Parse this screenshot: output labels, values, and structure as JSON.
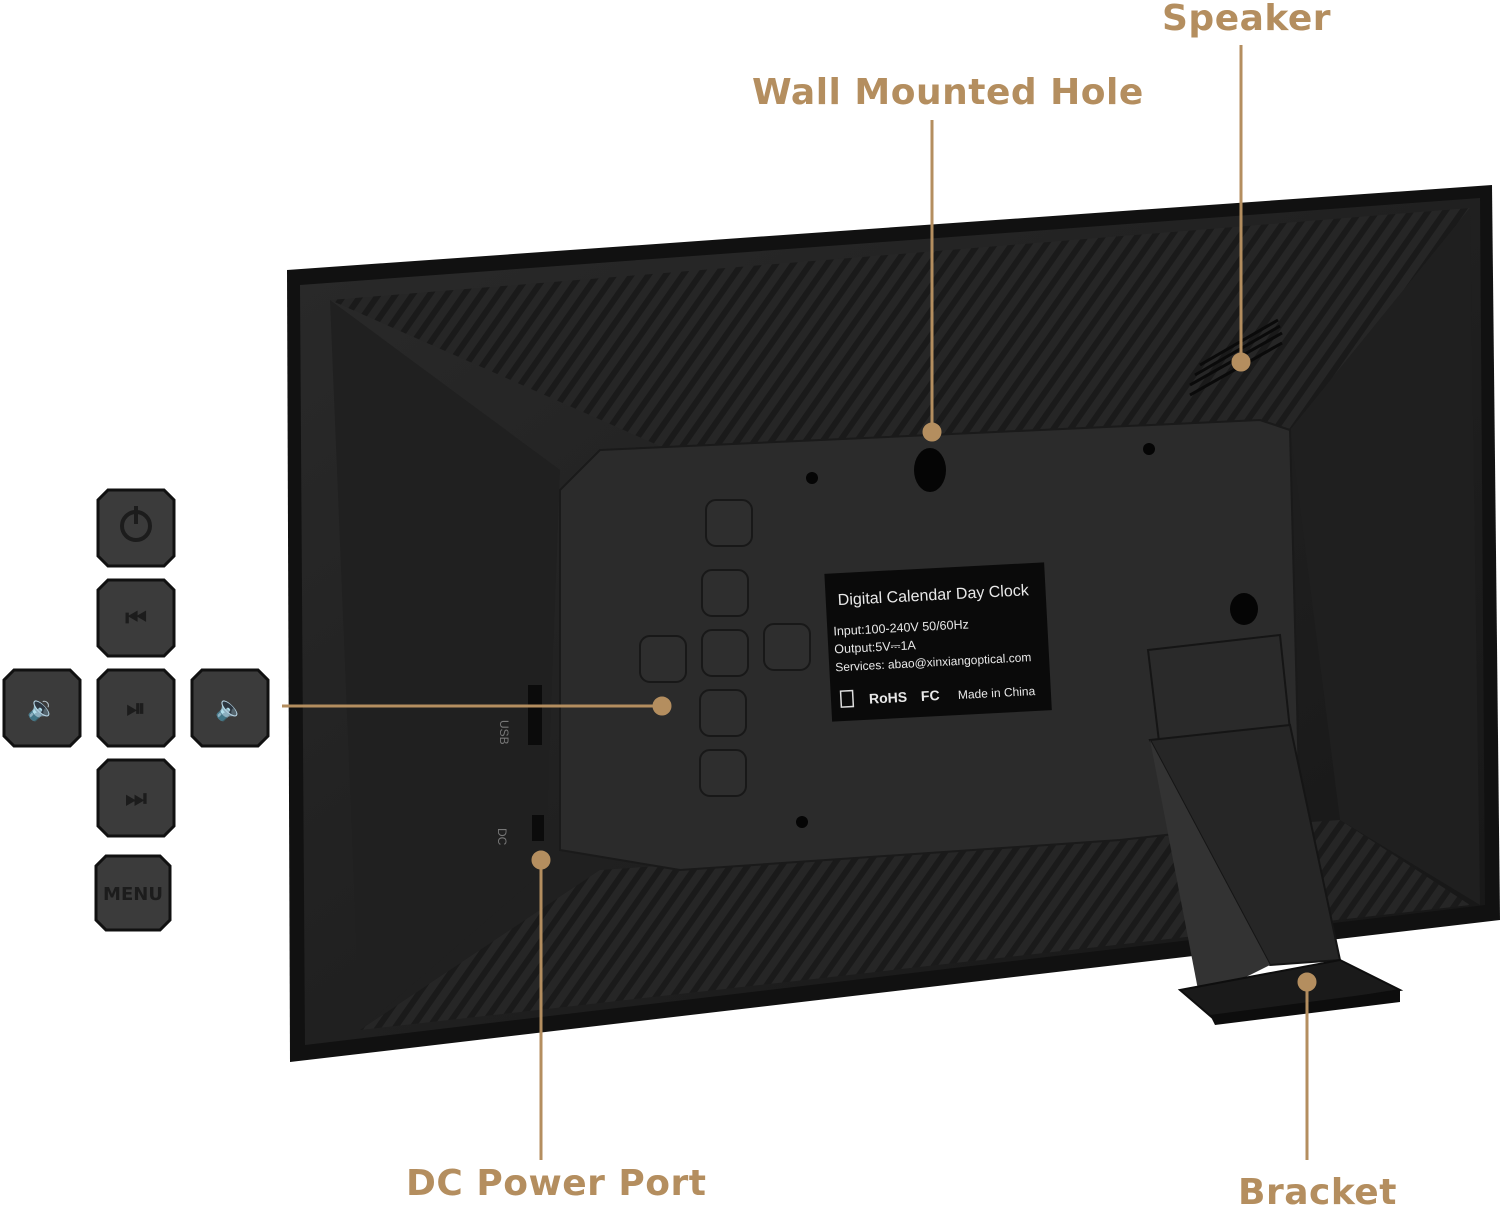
{
  "colors": {
    "accent": "#b48e5f",
    "frame_dark": "#1c1c1c",
    "panel": "#2e2e2e",
    "button": "#3a3a3a"
  },
  "callouts": {
    "speaker": "Speaker",
    "wall_mounted_hole": "Wall Mounted Hole",
    "dc_power_port": "DC Power Port",
    "bracket": "Bracket"
  },
  "buttons": [
    {
      "id": "power",
      "icon": "power-icon"
    },
    {
      "id": "previous",
      "icon": "skip-back-icon"
    },
    {
      "id": "volume-down",
      "icon": "volume-down-icon"
    },
    {
      "id": "play-pause",
      "icon": "play-pause-icon"
    },
    {
      "id": "volume-up",
      "icon": "volume-up-icon"
    },
    {
      "id": "next",
      "icon": "skip-forward-icon"
    },
    {
      "id": "menu",
      "icon": "menu-icon",
      "label": "MENU"
    }
  ],
  "product_label": {
    "title": "Digital Calendar Day Clock",
    "input": "Input:100-240V 50/60Hz",
    "output": "Output:5V⎓1A",
    "services": "Services: abao@xinxiangoptical.com",
    "rohs": "RoHS",
    "fc": "FC",
    "made_in": "Made in China"
  },
  "ports": {
    "usb": "USB",
    "dc": "DC"
  }
}
